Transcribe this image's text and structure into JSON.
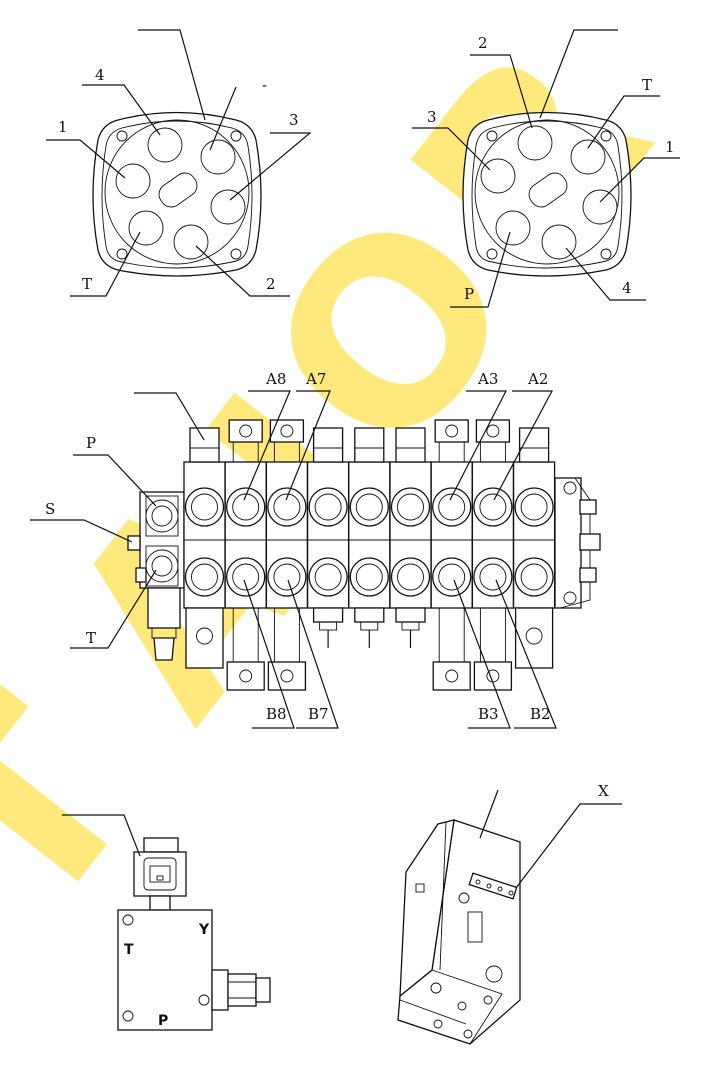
{
  "watermark": {
    "text": "TAIOR",
    "color": "#ffe14a"
  },
  "port_view_left": {
    "labels": {
      "p4": "4",
      "p1": "1",
      "p3": "3",
      "pT": "T",
      "p2": "2",
      "dash": "-"
    }
  },
  "port_view_right": {
    "labels": {
      "p2": "2",
      "p3": "3",
      "pT": "T",
      "p1": "1",
      "pP": "P",
      "p4": "4"
    }
  },
  "valve_bank": {
    "labels": {
      "P": "P",
      "S": "S",
      "T": "T",
      "A8": "A8",
      "A7": "A7",
      "A3": "A3",
      "A2": "A2",
      "B8": "B8",
      "B7": "B7",
      "B3": "B3",
      "B2": "B2"
    }
  },
  "relief_block": {
    "labels": {
      "T": "T",
      "Y": "Y",
      "P": "P"
    }
  },
  "cover_box": {
    "labels": {
      "X": "X"
    }
  }
}
